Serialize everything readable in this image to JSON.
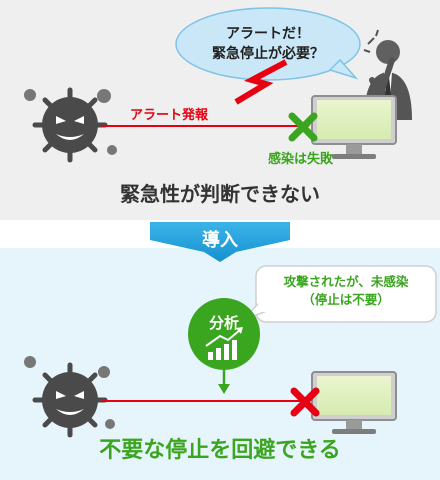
{
  "top": {
    "bubble_line1": "アラートだ！",
    "bubble_line2": "緊急停止が必要？",
    "alert_label": "アラート発報",
    "infection_failed": "感染は失敗",
    "caption": "緊急性が判断できない"
  },
  "intro": {
    "label": "導入"
  },
  "bottom": {
    "notice_line1": "攻撃されたが、未感染",
    "notice_line2": "（停止は不要）",
    "analysis_label": "分析",
    "caption": "不要な停止を回避できる"
  },
  "colors": {
    "alert_red": "#e60012",
    "success_green": "#3aa51e",
    "intro_blue": "#1fa3df",
    "virus_gray": "#4a4a4a"
  }
}
